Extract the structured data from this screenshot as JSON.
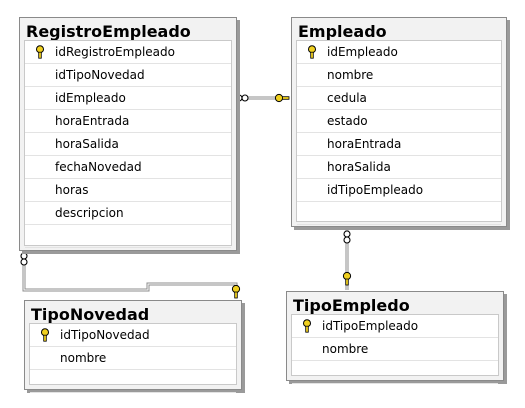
{
  "tables": {
    "registro_empleado": {
      "title": "RegistroEmpleado",
      "columns": [
        {
          "name": "idRegistroEmpleado",
          "primary_key": true
        },
        {
          "name": "idTipoNovedad",
          "primary_key": false
        },
        {
          "name": "idEmpleado",
          "primary_key": false
        },
        {
          "name": "horaEntrada",
          "primary_key": false
        },
        {
          "name": "horaSalida",
          "primary_key": false
        },
        {
          "name": "fechaNovedad",
          "primary_key": false
        },
        {
          "name": "horas",
          "primary_key": false
        },
        {
          "name": "descripcion",
          "primary_key": false
        }
      ]
    },
    "empleado": {
      "title": "Empleado",
      "columns": [
        {
          "name": "idEmpleado",
          "primary_key": true
        },
        {
          "name": "nombre",
          "primary_key": false
        },
        {
          "name": "cedula",
          "primary_key": false
        },
        {
          "name": "estado",
          "primary_key": false
        },
        {
          "name": "horaEntrada",
          "primary_key": false
        },
        {
          "name": "horaSalida",
          "primary_key": false
        },
        {
          "name": "idTipoEmpleado",
          "primary_key": false
        }
      ]
    },
    "tipo_novedad": {
      "title": "TipoNovedad",
      "columns": [
        {
          "name": "idTipoNovedad",
          "primary_key": true
        },
        {
          "name": "nombre",
          "primary_key": false
        }
      ]
    },
    "tipo_empleado": {
      "title": "TipoEmpledo",
      "columns": [
        {
          "name": "idTipoEmpleado",
          "primary_key": true
        },
        {
          "name": "nombre",
          "primary_key": false
        }
      ]
    }
  },
  "relationships": [
    {
      "from": "registro_empleado",
      "to": "empleado",
      "many_end": "registro_empleado",
      "one_end": "empleado"
    },
    {
      "from": "registro_empleado",
      "to": "tipo_novedad",
      "many_end": "registro_empleado",
      "one_end": "tipo_novedad"
    },
    {
      "from": "empleado",
      "to": "tipo_empleado",
      "many_end": "empleado",
      "one_end": "tipo_empleado"
    }
  ],
  "colors": {
    "key_icon": "#f0d020",
    "connector": "#8c8c8c"
  }
}
